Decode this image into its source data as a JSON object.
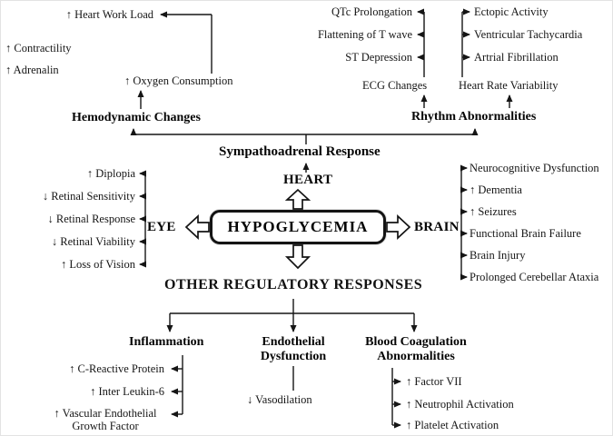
{
  "diagram": {
    "center_label": "HYPOGLYCEMIA",
    "heart_label": "HEART",
    "eye_label": "EYE",
    "brain_label": "BRAIN",
    "other_label": "OTHER REGULATORY RESPONSES",
    "sympathoadrenal_label": "Sympathoadrenal Response",
    "line_color": "#151515",
    "hemodynamic": {
      "title": "Hemodynamic Changes",
      "items": [
        "↑ Heart Work Load",
        "↑ Contractility",
        "↑ Adrenalin",
        "↑ Oxygen Consumption"
      ]
    },
    "rhythm": {
      "title": "Rhythm Abnormalities",
      "ecg": {
        "label": "ECG Changes",
        "items": [
          "QTc Prolongation",
          "Flattening of T wave",
          "ST Depression"
        ]
      },
      "hrv": {
        "label": "Heart Rate Variability",
        "items": [
          "Ectopic Activity",
          "Ventricular Tachycardia",
          "Artrial Fibrillation"
        ]
      }
    },
    "eye_items": [
      "↑ Diplopia",
      "↓ Retinal Sensitivity",
      "↓ Retinal Response",
      "↓ Retinal Viability",
      "↑ Loss of Vision"
    ],
    "brain_items": [
      "Neurocognitive Dysfunction",
      "↑ Dementia",
      "↑ Seizures",
      "Functional Brain Failure",
      "Brain Injury",
      "Prolonged Cerebellar Ataxia"
    ],
    "inflammation": {
      "title": "Inflammation",
      "items": [
        "↑ C-Reactive Protein",
        "↑ Inter Leukin-6",
        "↑ Vascular Endothelial Growth Factor"
      ]
    },
    "endothelial": {
      "title_line1": "Endothelial",
      "title_line2": "Dysfunction",
      "items": [
        "↓ Vasodilation"
      ]
    },
    "coagulation": {
      "title_line1": "Blood Coagulation",
      "title_line2": "Abnormalities",
      "items": [
        "↑ Factor VII",
        "↑ Neutrophil Activation",
        "↑ Platelet Activation"
      ]
    }
  }
}
